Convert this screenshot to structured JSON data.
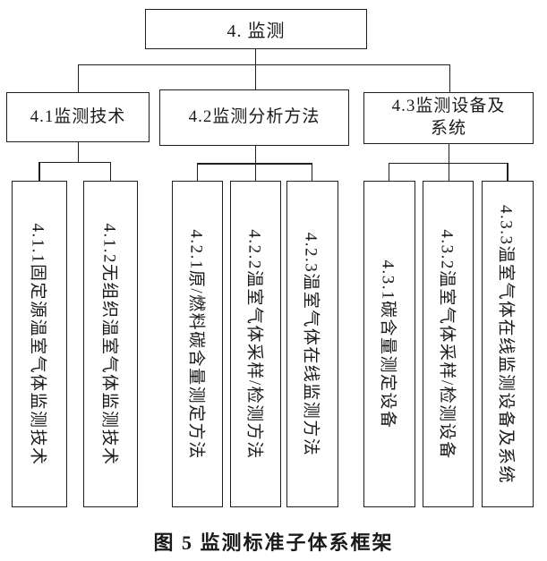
{
  "figure": {
    "caption": "图 5 监测标准子体系框架",
    "colors": {
      "line": "#1f1f1f",
      "background": "#ffffff",
      "text": "#1a1a1a"
    },
    "root": {
      "label": "4. 监测"
    },
    "groups": [
      {
        "parent": {
          "label": "4.1监测技术"
        },
        "children": [
          {
            "label": "4.1.1固定源温室气体监测技术"
          },
          {
            "label": "4.1.2无组织温室气体监测技术"
          }
        ]
      },
      {
        "parent": {
          "label": "4.2监测分析方法"
        },
        "children": [
          {
            "label": "4.2.1原/燃料碳含量测定方法"
          },
          {
            "label": "4.2.2温室气体采样/检测方法"
          },
          {
            "label": "4.2.3温室气体在线监测方法"
          }
        ]
      },
      {
        "parent": {
          "label": "4.3监测设备及系统",
          "lines": [
            "4.3监测设备及",
            "系统"
          ]
        },
        "children": [
          {
            "label": "4.3.1碳含量测定设备"
          },
          {
            "label": "4.3.2温室气体采样/检测设备"
          },
          {
            "label": "4.3.3温室气体在线监测设备及系统"
          }
        ]
      }
    ]
  }
}
